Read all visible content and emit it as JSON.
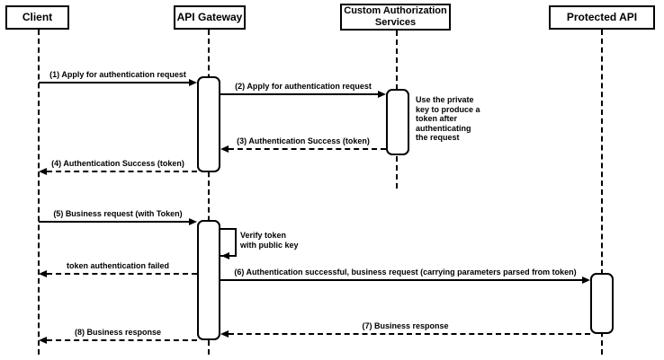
{
  "diagram_type": "sequence-diagram",
  "actors": {
    "client": {
      "label": "Client"
    },
    "api_gateway": {
      "label": "API Gateway"
    },
    "custom_auth": {
      "label": "Custom Authorization\nServices"
    },
    "protected_api": {
      "label": "Protected API"
    }
  },
  "messages": {
    "m1": {
      "label": "(1) Apply for authentication request",
      "from": "Client",
      "to": "API Gateway",
      "line": "solid"
    },
    "m2": {
      "label": "(2) Apply for authentication request",
      "from": "API Gateway",
      "to": "Custom Authorization Services",
      "line": "solid"
    },
    "m3": {
      "label": "(3) Authentication Success (token)",
      "from": "Custom Authorization Services",
      "to": "API Gateway",
      "line": "dashed"
    },
    "m4": {
      "label": "(4) Authentication Success (token)",
      "from": "API Gateway",
      "to": "Client",
      "line": "dashed"
    },
    "m5": {
      "label": "(5) Business request (with Token)",
      "from": "Client",
      "to": "API Gateway",
      "line": "solid"
    },
    "m_fail": {
      "label": "token authentication failed",
      "from": "API Gateway",
      "to": "Client",
      "line": "dashed"
    },
    "m6": {
      "label": "(6) Authentication successful, business request (carrying parameters parsed from token)",
      "from": "API Gateway",
      "to": "Protected API",
      "line": "solid"
    },
    "m7": {
      "label": "(7) Business response",
      "from": "Protected API",
      "to": "API Gateway",
      "line": "dashed"
    },
    "m8": {
      "label": "(8) Business response",
      "from": "API Gateway",
      "to": "Client",
      "line": "dashed"
    }
  },
  "notes": {
    "private_key_note": {
      "text": "Use the private\nkey to produce a\ntoken after\nauthenticating\nthe request"
    },
    "verify_token_note": {
      "text": "Verify token\nwith public key"
    }
  },
  "colors": {
    "line": "#000000",
    "background": "#ffffff",
    "box_fill": "#ffffff",
    "text": "#000000"
  }
}
